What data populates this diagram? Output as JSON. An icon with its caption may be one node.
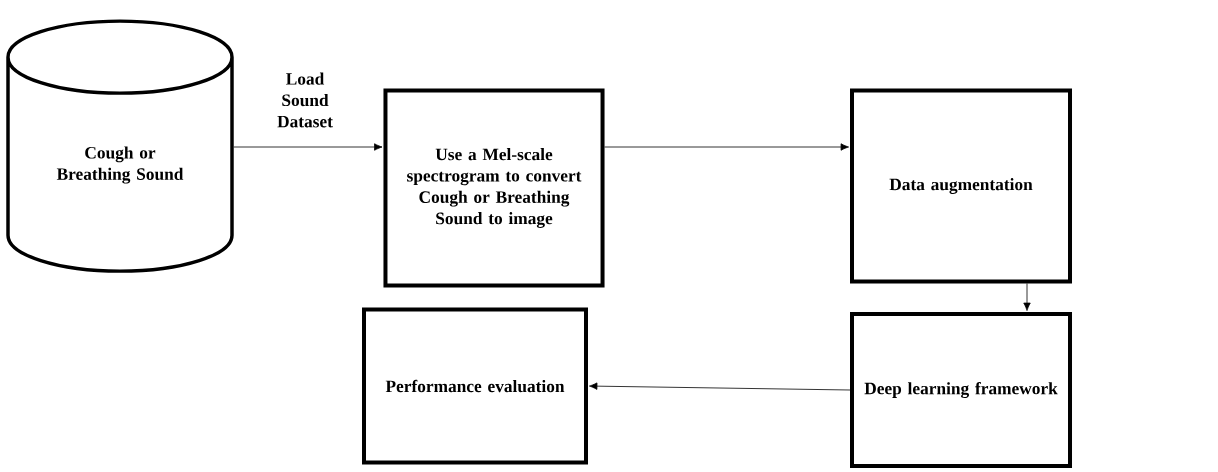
{
  "diagram": {
    "nodes": [
      {
        "text": [
          "Cough or Breathing Sound"
        ]
      },
      {
        "text": [
          "Use a Mel-scale spectrogram to convert Cough or Breathing Sound to image"
        ]
      },
      {
        "text": [
          "Data augmentation"
        ]
      },
      {
        "text": [
          "Deep learning framework"
        ]
      },
      {
        "text": [
          "Performance evaluation"
        ]
      }
    ],
    "edges": [
      {
        "from": 0,
        "to": 1,
        "arrow": "to",
        "label": "Load Sound Dataset"
      },
      {
        "from": 1,
        "to": 2,
        "arrow": "to"
      },
      {
        "from": 2,
        "to": 3,
        "arrow": "to"
      },
      {
        "from": 3,
        "to": 4,
        "arrow": "to"
      }
    ]
  }
}
